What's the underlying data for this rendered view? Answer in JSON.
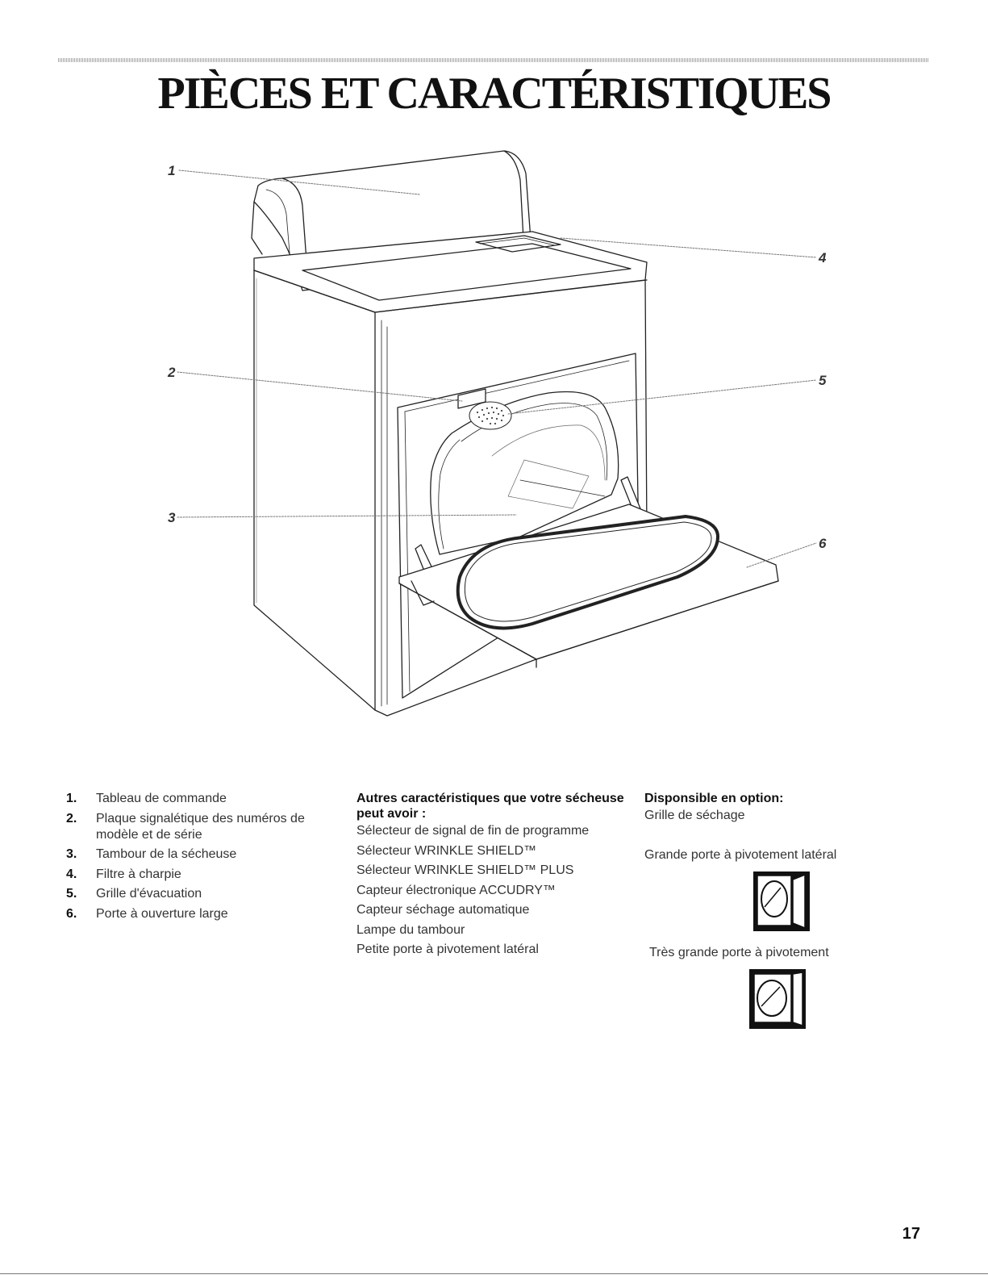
{
  "page": {
    "title": "PIÈCES ET CARACTÉRISTIQUES",
    "page_number": "17"
  },
  "figure": {
    "callouts": [
      "1",
      "2",
      "3",
      "4",
      "5",
      "6"
    ]
  },
  "parts": [
    {
      "num": "1.",
      "label": "Tableau de commande"
    },
    {
      "num": "2.",
      "label": "Plaque signalétique des numéros de modèle et de série"
    },
    {
      "num": "3.",
      "label": "Tambour de la sécheuse"
    },
    {
      "num": "4.",
      "label": "Filtre à charpie"
    },
    {
      "num": "5.",
      "label": "Grille d'évacuation"
    },
    {
      "num": "6.",
      "label": "Porte à ouverture large"
    }
  ],
  "other_features": {
    "heading": "Autres caractéristiques que votre sécheuse peut avoir :",
    "items": [
      "Sélecteur de signal de fin de programme",
      "Sélecteur WRINKLE SHIELD™",
      "Sélecteur WRINKLE SHIELD™ PLUS",
      "Capteur électronique ACCUDRY™",
      "Capteur séchage automatique",
      "Lampe du tambour",
      "Petite porte à pivotement latéral"
    ]
  },
  "optional": {
    "heading": "Disponsible en option:",
    "drying_rack": "Grille de séchage",
    "large_door": "Grande porte à pivotement latéral",
    "xl_door": "Très grande porte à pivotement"
  }
}
